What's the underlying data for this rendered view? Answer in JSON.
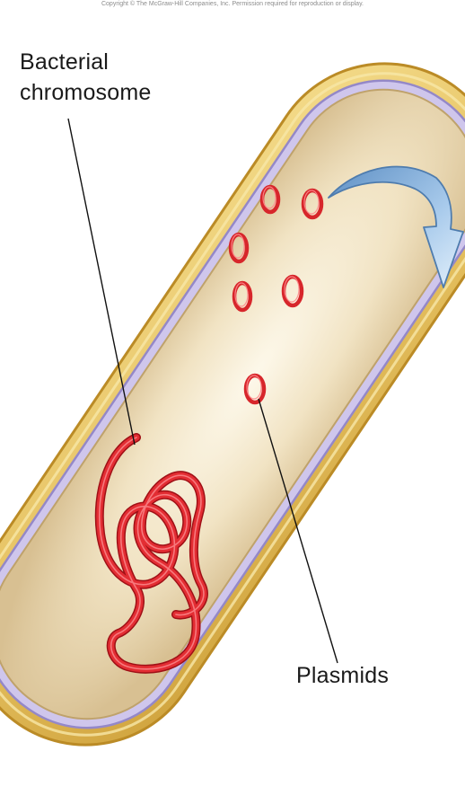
{
  "diagram": {
    "copyright": "Copyright © The McGraw-Hill Companies, Inc. Permission required for reproduction or display.",
    "labels": {
      "chromosome_line1": "Bacterial",
      "chromosome_line2": "chromosome",
      "plasmids": "Plasmids"
    },
    "colors": {
      "capsule": "#e8c76a",
      "capsule_edge": "#c99a2e",
      "membrane": "#b9aee0",
      "cytoplasm": "#e9d9b4",
      "cytoplasm_center": "#fbf3e0",
      "dna": "#d7262b",
      "arrow": "#8fb7dd"
    }
  }
}
